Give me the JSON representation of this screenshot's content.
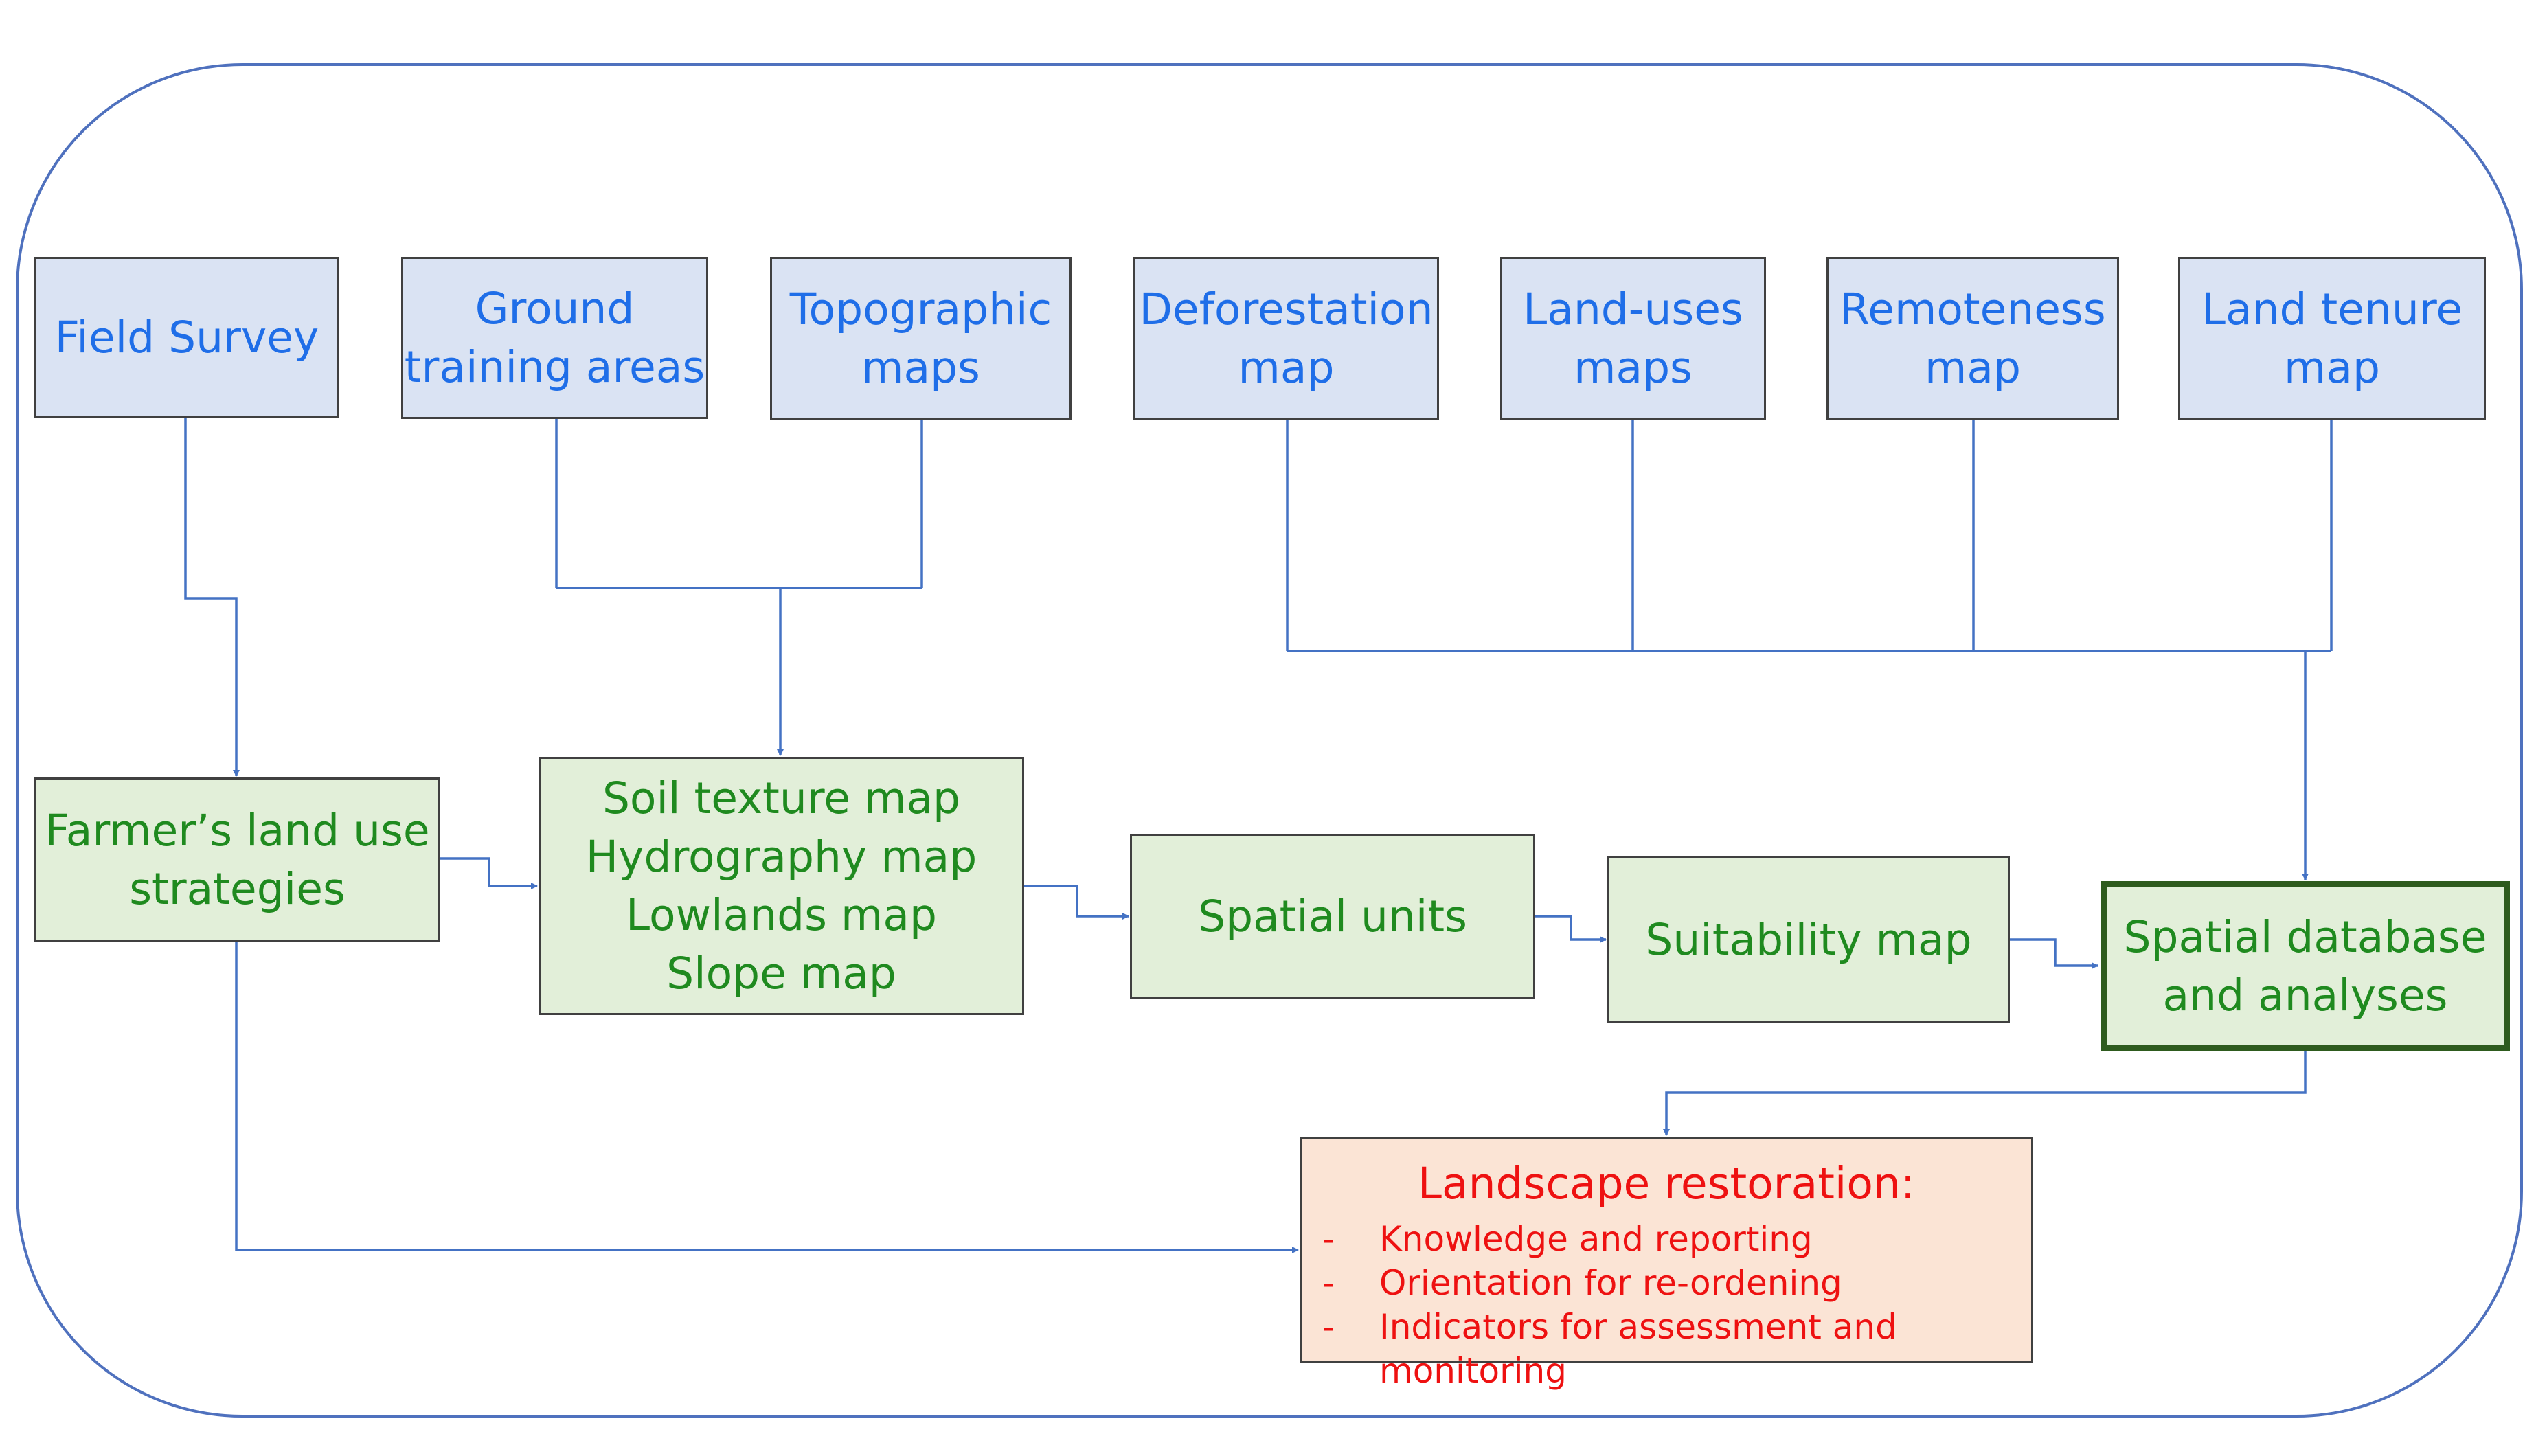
{
  "sources": [
    {
      "id": "field_survey",
      "label": "Field Survey"
    },
    {
      "id": "ground_training",
      "label": "Ground\ntraining areas"
    },
    {
      "id": "topographic",
      "label": "Topographic\nmaps"
    },
    {
      "id": "deforestation",
      "label": "Deforestation\nmap"
    },
    {
      "id": "land_uses",
      "label": "Land-uses\nmaps"
    },
    {
      "id": "remoteness",
      "label": "Remoteness\nmap"
    },
    {
      "id": "land_tenure",
      "label": "Land tenure\nmap"
    }
  ],
  "processes": [
    {
      "id": "farmers",
      "label": "Farmer’s land use\nstrategies"
    },
    {
      "id": "soil_maps",
      "label": "Soil texture map\nHydrography map\nLowlands map\nSlope map"
    },
    {
      "id": "spatial_units",
      "label": "Spatial units"
    },
    {
      "id": "suitability",
      "label": "Suitability map"
    },
    {
      "id": "spatial_db",
      "label": "Spatial database\nand analyses"
    }
  ],
  "outcome": {
    "title": "Landscape  restoration:",
    "bullet_marker": "-",
    "items": [
      "Knowledge and reporting",
      "Orientation for re-ordening",
      "Indicators for assessment and monitoring"
    ]
  },
  "colors": {
    "frame": "#4f71be",
    "connector": "#4472c4",
    "source_fill": "#dae3f3",
    "source_text": "#1f6ee8",
    "process_fill": "#e2efd9",
    "process_text": "#1f8a1f",
    "outcome_fill": "#fbe4d5",
    "outcome_text": "#ee1111"
  }
}
